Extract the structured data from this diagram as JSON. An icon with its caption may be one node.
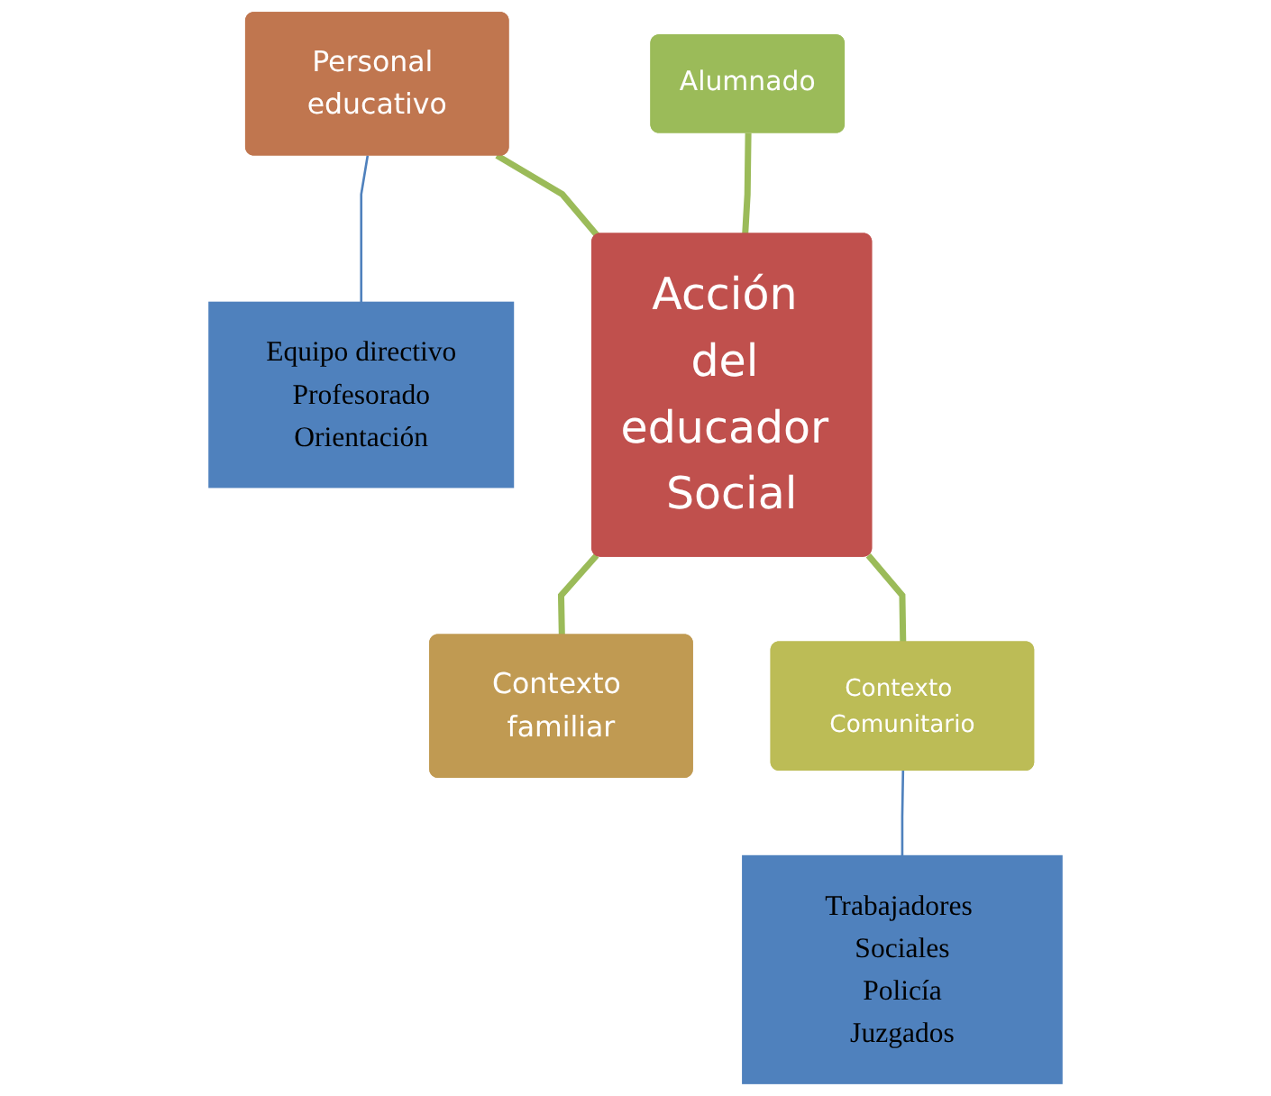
{
  "diagram": {
    "nodes": [
      {
        "text": [
          "Personal educativo"
        ]
      },
      {
        "text": [
          "Equipo directivo",
          "Profesorado",
          "Orientación"
        ]
      },
      {
        "text": [
          "Acción del educador Social"
        ]
      },
      {
        "text": [
          "Alumnado"
        ]
      },
      {
        "text": [
          "Contexto familiar"
        ]
      },
      {
        "text": [
          "Contexto Comunitario"
        ]
      },
      {
        "text": [
          "Trabajadores Sociales",
          "Policía",
          "Juzgados"
        ]
      }
    ],
    "edges": [
      {
        "from": 0,
        "to": 1,
        "arrow": "none",
        "color": "#4f81bd"
      },
      {
        "from": 0,
        "to": 2,
        "arrow": "none"
      },
      {
        "from": 3,
        "to": 2,
        "arrow": "none"
      },
      {
        "from": 2,
        "to": 4,
        "arrow": "none"
      },
      {
        "from": 2,
        "to": 5,
        "arrow": "none"
      },
      {
        "from": 5,
        "to": 6,
        "arrow": "none",
        "color": "#4f81bd"
      }
    ]
  }
}
